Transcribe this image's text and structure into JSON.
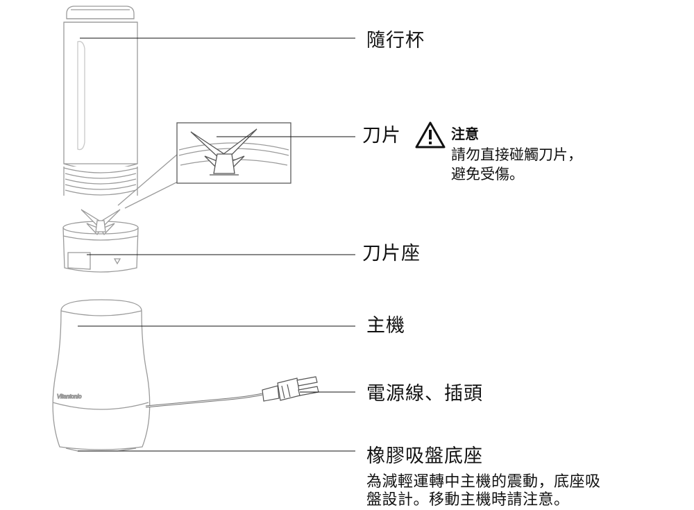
{
  "labels": {
    "cup": "隨行杯",
    "blade": "刀片",
    "blade_base": "刀片座",
    "main_unit": "主機",
    "power_cord": "電源線、插頭",
    "suction_base": "橡膠吸盤底座"
  },
  "caution": {
    "title": "注意",
    "line1": "請勿直接碰觸刀片，",
    "line2": "避免受傷。"
  },
  "suction_desc": {
    "line1": "為減輕運轉中主機的震動，底座吸",
    "line2": "盤設計。移動主機時請注意。"
  },
  "brand_text": "Vitantonio",
  "icons": {
    "warning": "warning-triangle-icon",
    "plug": "power-plug-icon"
  },
  "colors": {
    "line": "#111111",
    "outline": "#9a9a9a",
    "cord": "#707070"
  }
}
